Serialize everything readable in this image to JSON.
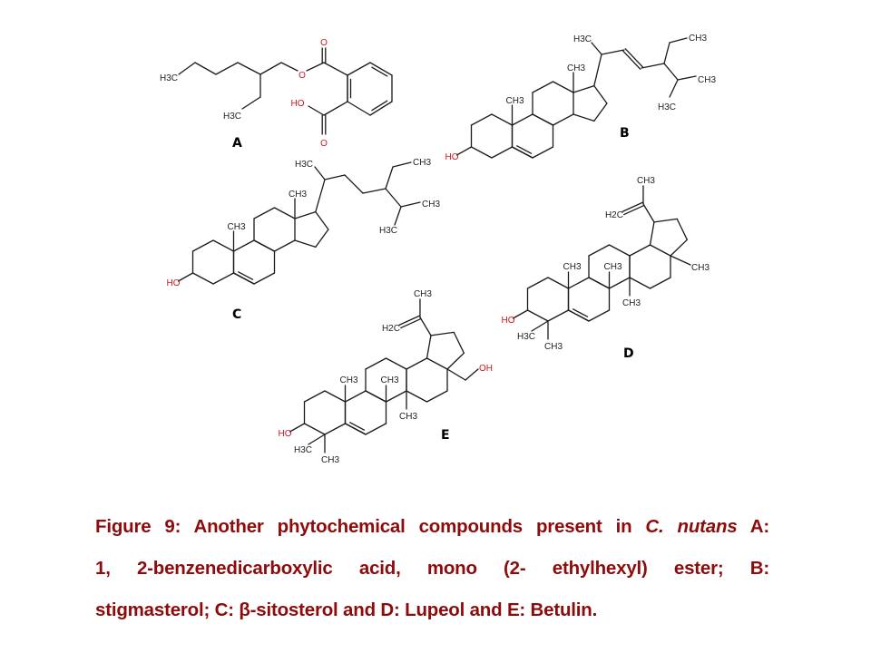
{
  "figure": {
    "compounds": {
      "A": {
        "letter": "A",
        "labels": [
          "H3C",
          "H3C",
          "O",
          "O",
          "HO",
          "O"
        ]
      },
      "B": {
        "letter": "B",
        "labels": [
          "HO",
          "CH3",
          "CH3",
          "H3C",
          "CH3",
          "CH3",
          "H3C"
        ]
      },
      "C": {
        "letter": "C",
        "labels": [
          "HO",
          "CH3",
          "CH3",
          "H3C",
          "CH3",
          "CH3",
          "H3C"
        ]
      },
      "D": {
        "letter": "D",
        "labels": [
          "HO",
          "H3C",
          "CH3",
          "CH3",
          "CH3",
          "CH3",
          "CH3",
          "CH3",
          "H2C"
        ]
      },
      "E": {
        "letter": "E",
        "labels": [
          "HO",
          "H3C",
          "CH3",
          "CH3",
          "CH3",
          "CH3",
          "OH",
          "CH3",
          "H2C"
        ]
      }
    },
    "colors": {
      "bond": "#1a1a1a",
      "heteroatom": "#d2141e",
      "caption": "#8e0b0b"
    }
  },
  "caption": {
    "line1_pre": "Figure 9: Another phytochemical compounds present in ",
    "line1_italic_genus": "C.",
    "line1_italic_species": "nutans",
    "line1_post": " A:",
    "line2": "1, 2-benzenedicarboxylic acid, mono (2- ethylhexyl) ester; B:",
    "line3": "stigmasterol; C: β-sitosterol and D: Lupeol and E: Betulin."
  }
}
